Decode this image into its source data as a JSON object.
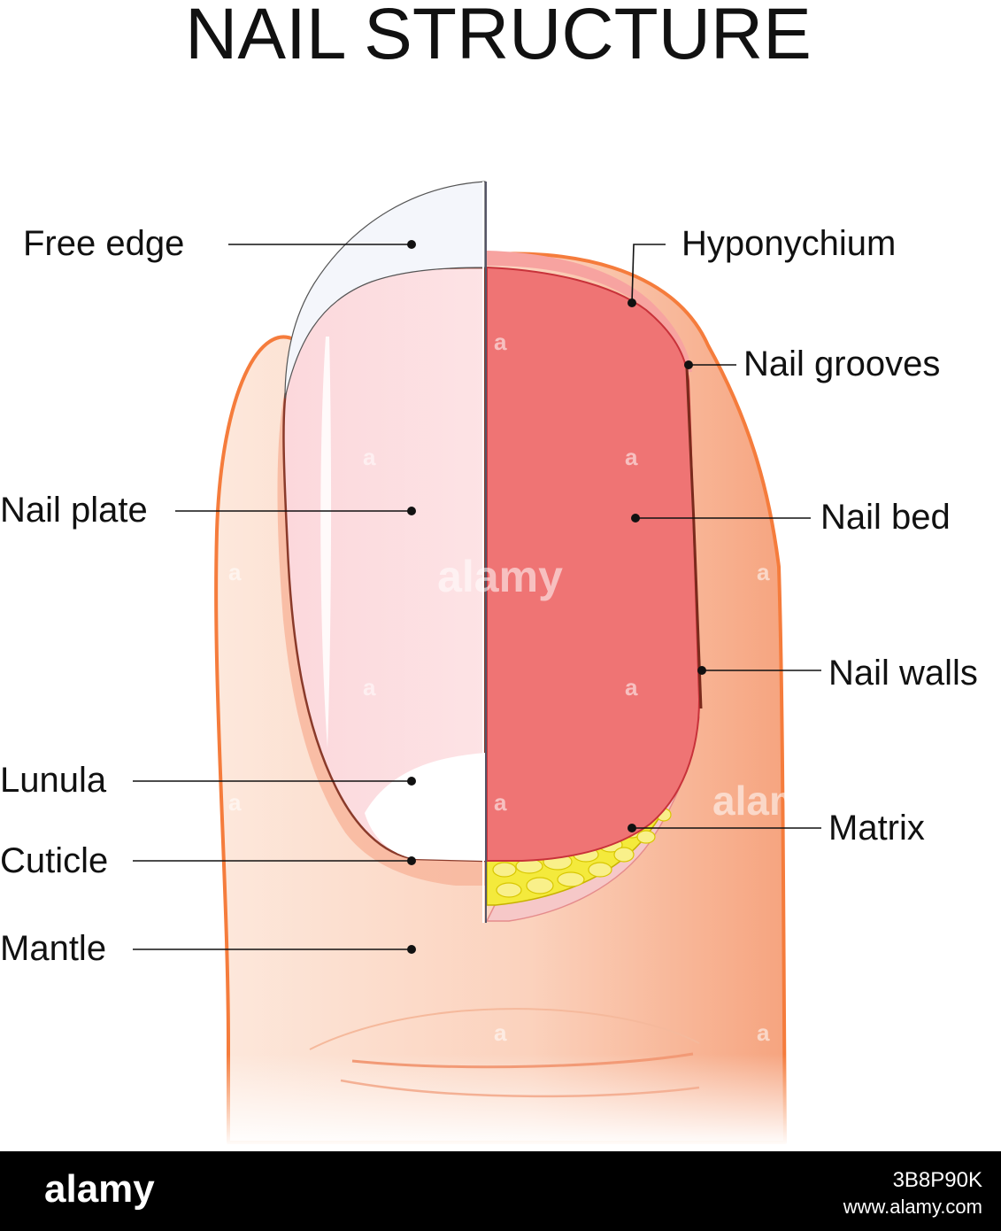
{
  "title": "NAIL STRUCTURE",
  "labels": {
    "free_edge": "Free edge",
    "nail_plate": "Nail plate",
    "lunula": "Lunula",
    "cuticle": "Cuticle",
    "mantle": "Mantle",
    "hyponychium": "Hyponychium",
    "nail_grooves": "Nail grooves",
    "nail_bed": "Nail bed",
    "nail_walls": "Nail walls",
    "matrix": "Matrix"
  },
  "watermark": {
    "center_text": "alamy",
    "edge_text": "alam",
    "small_mark": "a"
  },
  "footer": {
    "brand": "alamy",
    "image_id": "3B8P90K",
    "url": "www.alamy.com"
  },
  "colors": {
    "skin_light": "#fbe3d6",
    "skin_dark": "#f6a47f",
    "skin_outline": "#f57c3c",
    "nail_plate": "#fce0e2",
    "nail_bed": "#ef7474",
    "free_edge": "#f4f6fb",
    "matrix": "#f4ea3c",
    "footer_bg": "#000000"
  }
}
